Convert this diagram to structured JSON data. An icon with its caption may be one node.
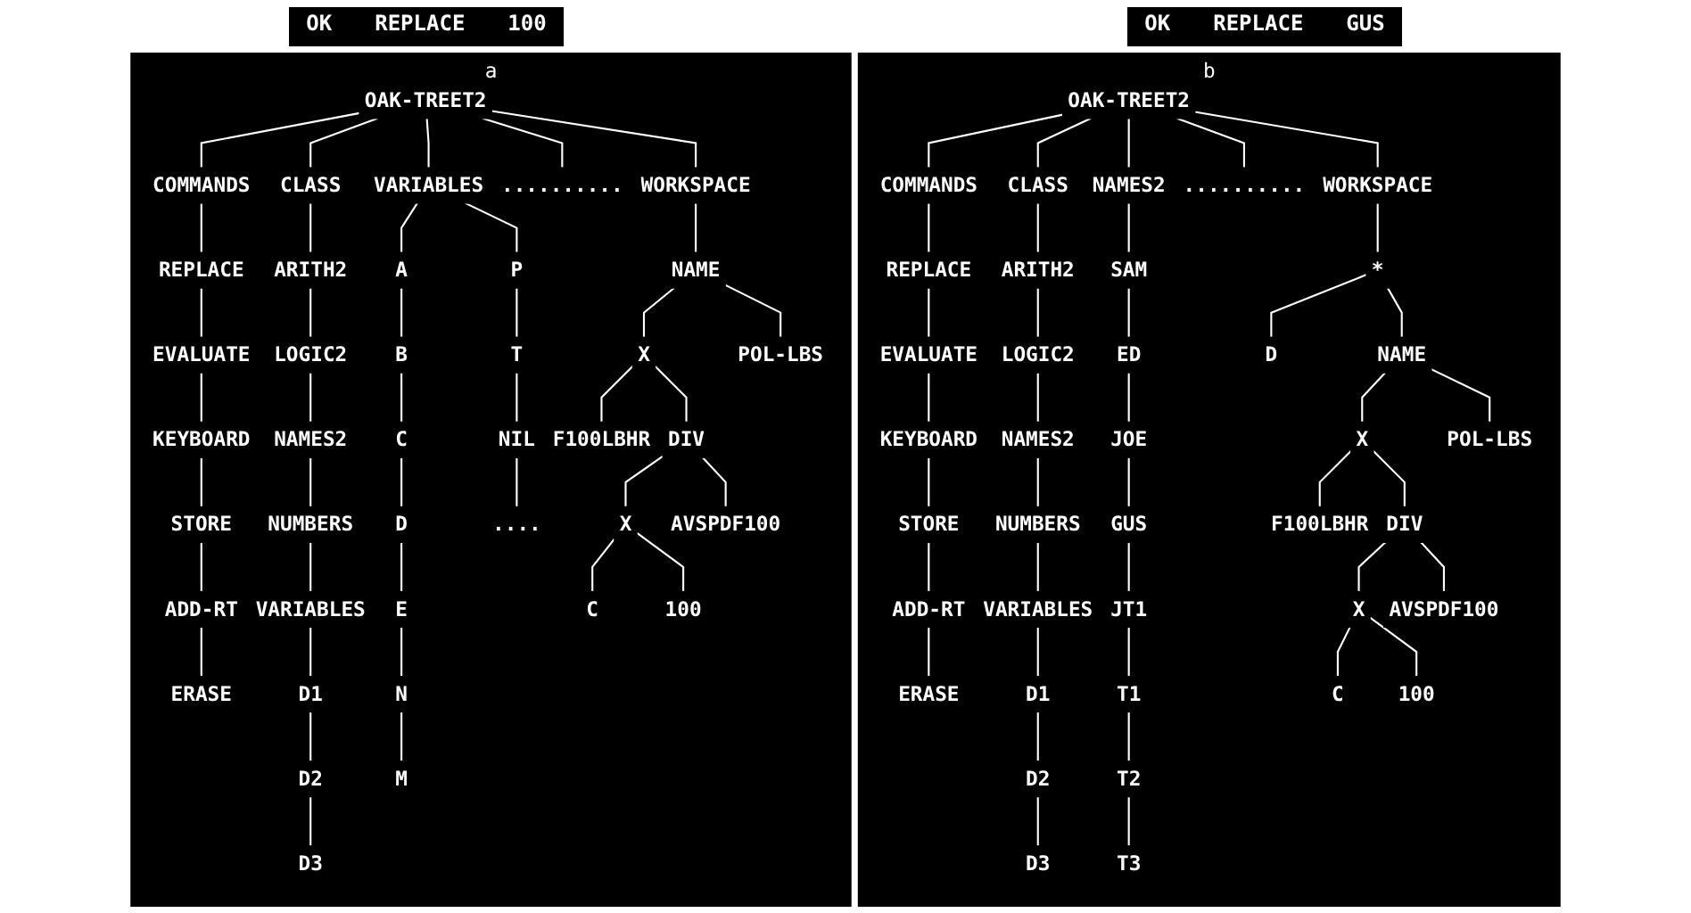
{
  "diagram": {
    "nodes": [
      {
        "text": [
          "a"
        ]
      },
      {
        "text": [
          "OAK-TREET2"
        ],
        "in": 0
      },
      {
        "text": [
          "COMMANDS"
        ],
        "in": 0
      },
      {
        "text": [
          "REPLACE"
        ],
        "in": 0
      },
      {
        "text": [
          "EVALUATE"
        ],
        "in": 0
      },
      {
        "text": [
          "KEYBOARD"
        ],
        "in": 0
      },
      {
        "text": [
          "STORE"
        ],
        "in": 0
      },
      {
        "text": [
          "ADD-RT"
        ],
        "in": 0
      },
      {
        "text": [
          "ERASE"
        ],
        "in": 0
      },
      {
        "text": [
          "CLASS"
        ],
        "in": 0
      },
      {
        "text": [
          "ARITH2"
        ],
        "in": 0
      },
      {
        "text": [
          "LOGIC2"
        ],
        "in": 0
      },
      {
        "text": [
          "NAMES2"
        ],
        "in": 0
      },
      {
        "text": [
          "NUMBERS"
        ],
        "in": 0
      },
      {
        "text": [
          "VARIABLES"
        ],
        "in": 0
      },
      {
        "text": [
          "D1"
        ],
        "in": 0
      },
      {
        "text": [
          "D2"
        ],
        "in": 0
      },
      {
        "text": [
          "D3"
        ],
        "in": 0
      },
      {
        "text": [
          "VARIABLES"
        ],
        "in": 0
      },
      {
        "text": [
          "A"
        ],
        "in": 0
      },
      {
        "text": [
          "B"
        ],
        "in": 0
      },
      {
        "text": [
          "C"
        ],
        "in": 0
      },
      {
        "text": [
          "D"
        ],
        "in": 0
      },
      {
        "text": [
          "E"
        ],
        "in": 0
      },
      {
        "text": [
          "N"
        ],
        "in": 0
      },
      {
        "text": [
          "M"
        ],
        "in": 0
      },
      {
        "text": [
          "P"
        ],
        "in": 0
      },
      {
        "text": [
          "T"
        ],
        "in": 0
      },
      {
        "text": [
          "NIL"
        ],
        "in": 0
      },
      {
        "text": [
          "...."
        ],
        "in": 0
      },
      {
        "text": [
          ".........."
        ],
        "in": 0
      },
      {
        "text": [
          "WORKSPACE"
        ],
        "in": 0
      },
      {
        "text": [
          "NAME"
        ],
        "in": 0
      },
      {
        "text": [
          "X"
        ],
        "in": 0
      },
      {
        "text": [
          "POL-LBS"
        ],
        "in": 0
      },
      {
        "text": [
          "F100LBHR"
        ],
        "in": 0
      },
      {
        "text": [
          "DIV"
        ],
        "in": 0
      },
      {
        "text": [
          "X"
        ],
        "in": 0
      },
      {
        "text": [
          "AVSPDF100"
        ],
        "in": 0
      },
      {
        "text": [
          "C"
        ],
        "in": 0
      },
      {
        "text": [
          "100"
        ],
        "in": 0
      },
      {
        "text": [
          "b"
        ]
      },
      {
        "text": [
          "OAK-TREET2"
        ],
        "in": 41
      },
      {
        "text": [
          "COMMANDS"
        ],
        "in": 41
      },
      {
        "text": [
          "REPLACE"
        ],
        "in": 41
      },
      {
        "text": [
          "EVALUATE"
        ],
        "in": 41
      },
      {
        "text": [
          "KEYBOARD"
        ],
        "in": 41
      },
      {
        "text": [
          "STORE"
        ],
        "in": 41
      },
      {
        "text": [
          "ADD-RT"
        ],
        "in": 41
      },
      {
        "text": [
          "ERASE"
        ],
        "in": 41
      },
      {
        "text": [
          "CLASS"
        ],
        "in": 41
      },
      {
        "text": [
          "ARITH2"
        ],
        "in": 41
      },
      {
        "text": [
          "LOGIC2"
        ],
        "in": 41
      },
      {
        "text": [
          "NAMES2"
        ],
        "in": 41
      },
      {
        "text": [
          "NUMBERS"
        ],
        "in": 41
      },
      {
        "text": [
          "VARIABLES"
        ],
        "in": 41
      },
      {
        "text": [
          "D1"
        ],
        "in": 41
      },
      {
        "text": [
          "D2"
        ],
        "in": 41
      },
      {
        "text": [
          "D3"
        ],
        "in": 41
      },
      {
        "text": [
          "NAMES2"
        ],
        "in": 41
      },
      {
        "text": [
          "SAM"
        ],
        "in": 41
      },
      {
        "text": [
          "ED"
        ],
        "in": 41
      },
      {
        "text": [
          "JOE"
        ],
        "in": 41
      },
      {
        "text": [
          "GUS"
        ],
        "in": 41
      },
      {
        "text": [
          "JT1"
        ],
        "in": 41
      },
      {
        "text": [
          "T1"
        ],
        "in": 41
      },
      {
        "text": [
          "T2"
        ],
        "in": 41
      },
      {
        "text": [
          "T3"
        ],
        "in": 41
      },
      {
        "text": [
          ".........."
        ],
        "in": 41
      },
      {
        "text": [
          "WORKSPACE"
        ],
        "in": 41
      },
      {
        "text": [
          "*"
        ],
        "in": 41
      },
      {
        "text": [
          "D"
        ],
        "in": 41
      },
      {
        "text": [
          "NAME"
        ],
        "in": 41
      },
      {
        "text": [
          "X"
        ],
        "in": 41
      },
      {
        "text": [
          "POL-LBS"
        ],
        "in": 41
      },
      {
        "text": [
          "F100LBHR"
        ],
        "in": 41
      },
      {
        "text": [
          "DIV"
        ],
        "in": 41
      },
      {
        "text": [
          "X"
        ],
        "in": 41
      },
      {
        "text": [
          "AVSPDF100"
        ],
        "in": 41
      },
      {
        "text": [
          "C"
        ],
        "in": 41
      },
      {
        "text": [
          "100"
        ],
        "in": 41
      }
    ],
    "edges": [
      {
        "from": 1,
        "to": 2,
        "arrow": "none"
      },
      {
        "from": 1,
        "to": 9,
        "arrow": "none"
      },
      {
        "from": 1,
        "to": 18,
        "arrow": "none"
      },
      {
        "from": 1,
        "to": 30,
        "arrow": "none"
      },
      {
        "from": 1,
        "to": 31,
        "arrow": "none"
      },
      {
        "from": 2,
        "to": 3,
        "arrow": "none"
      },
      {
        "from": 3,
        "to": 4,
        "arrow": "none"
      },
      {
        "from": 4,
        "to": 5,
        "arrow": "none"
      },
      {
        "from": 5,
        "to": 6,
        "arrow": "none"
      },
      {
        "from": 6,
        "to": 7,
        "arrow": "none"
      },
      {
        "from": 7,
        "to": 8,
        "arrow": "none"
      },
      {
        "from": 9,
        "to": 10,
        "arrow": "none"
      },
      {
        "from": 10,
        "to": 11,
        "arrow": "none"
      },
      {
        "from": 11,
        "to": 12,
        "arrow": "none"
      },
      {
        "from": 12,
        "to": 13,
        "arrow": "none"
      },
      {
        "from": 13,
        "to": 14,
        "arrow": "none"
      },
      {
        "from": 14,
        "to": 15,
        "arrow": "none"
      },
      {
        "from": 15,
        "to": 16,
        "arrow": "none"
      },
      {
        "from": 16,
        "to": 17,
        "arrow": "none"
      },
      {
        "from": 18,
        "to": 19,
        "arrow": "none"
      },
      {
        "from": 19,
        "to": 20,
        "arrow": "none"
      },
      {
        "from": 20,
        "to": 21,
        "arrow": "none"
      },
      {
        "from": 21,
        "to": 22,
        "arrow": "none"
      },
      {
        "from": 22,
        "to": 23,
        "arrow": "none"
      },
      {
        "from": 23,
        "to": 24,
        "arrow": "none"
      },
      {
        "from": 24,
        "to": 25,
        "arrow": "none"
      },
      {
        "from": 18,
        "to": 26,
        "arrow": "none"
      },
      {
        "from": 26,
        "to": 27,
        "arrow": "none"
      },
      {
        "from": 27,
        "to": 28,
        "arrow": "none"
      },
      {
        "from": 28,
        "to": 29,
        "arrow": "none"
      },
      {
        "from": 31,
        "to": 32,
        "arrow": "none"
      },
      {
        "from": 32,
        "to": 33,
        "arrow": "none"
      },
      {
        "from": 32,
        "to": 34,
        "arrow": "none"
      },
      {
        "from": 33,
        "to": 35,
        "arrow": "none"
      },
      {
        "from": 33,
        "to": 36,
        "arrow": "none"
      },
      {
        "from": 36,
        "to": 37,
        "arrow": "none"
      },
      {
        "from": 36,
        "to": 38,
        "arrow": "none"
      },
      {
        "from": 37,
        "to": 39,
        "arrow": "none"
      },
      {
        "from": 37,
        "to": 40,
        "arrow": "none"
      },
      {
        "from": 42,
        "to": 43,
        "arrow": "none"
      },
      {
        "from": 42,
        "to": 50,
        "arrow": "none"
      },
      {
        "from": 42,
        "to": 59,
        "arrow": "none"
      },
      {
        "from": 42,
        "to": 68,
        "arrow": "none"
      },
      {
        "from": 42,
        "to": 69,
        "arrow": "none"
      },
      {
        "from": 43,
        "to": 44,
        "arrow": "none"
      },
      {
        "from": 44,
        "to": 45,
        "arrow": "none"
      },
      {
        "from": 45,
        "to": 46,
        "arrow": "none"
      },
      {
        "from": 46,
        "to": 47,
        "arrow": "none"
      },
      {
        "from": 47,
        "to": 48,
        "arrow": "none"
      },
      {
        "from": 48,
        "to": 49,
        "arrow": "none"
      },
      {
        "from": 50,
        "to": 51,
        "arrow": "none"
      },
      {
        "from": 51,
        "to": 52,
        "arrow": "none"
      },
      {
        "from": 52,
        "to": 53,
        "arrow": "none"
      },
      {
        "from": 53,
        "to": 54,
        "arrow": "none"
      },
      {
        "from": 54,
        "to": 55,
        "arrow": "none"
      },
      {
        "from": 55,
        "to": 56,
        "arrow": "none"
      },
      {
        "from": 56,
        "to": 57,
        "arrow": "none"
      },
      {
        "from": 57,
        "to": 58,
        "arrow": "none"
      },
      {
        "from": 59,
        "to": 60,
        "arrow": "none"
      },
      {
        "from": 60,
        "to": 61,
        "arrow": "none"
      },
      {
        "from": 61,
        "to": 62,
        "arrow": "none"
      },
      {
        "from": 62,
        "to": 63,
        "arrow": "none"
      },
      {
        "from": 63,
        "to": 64,
        "arrow": "none"
      },
      {
        "from": 64,
        "to": 65,
        "arrow": "none"
      },
      {
        "from": 65,
        "to": 66,
        "arrow": "none"
      },
      {
        "from": 66,
        "to": 67,
        "arrow": "none"
      },
      {
        "from": 69,
        "to": 70,
        "arrow": "none"
      },
      {
        "from": 70,
        "to": 71,
        "arrow": "none"
      },
      {
        "from": 70,
        "to": 72,
        "arrow": "none"
      },
      {
        "from": 72,
        "to": 73,
        "arrow": "none"
      },
      {
        "from": 72,
        "to": 74,
        "arrow": "none"
      },
      {
        "from": 73,
        "to": 75,
        "arrow": "none"
      },
      {
        "from": 73,
        "to": 76,
        "arrow": "none"
      },
      {
        "from": 76,
        "to": 77,
        "arrow": "none"
      },
      {
        "from": 76,
        "to": 78,
        "arrow": "none"
      },
      {
        "from": 77,
        "to": 79,
        "arrow": "none"
      },
      {
        "from": 77,
        "to": 80,
        "arrow": "none"
      }
    ],
    "labels": [
      "OK",
      "REPLACE",
      "100",
      "OK",
      "REPLACE",
      "GUS"
    ]
  }
}
